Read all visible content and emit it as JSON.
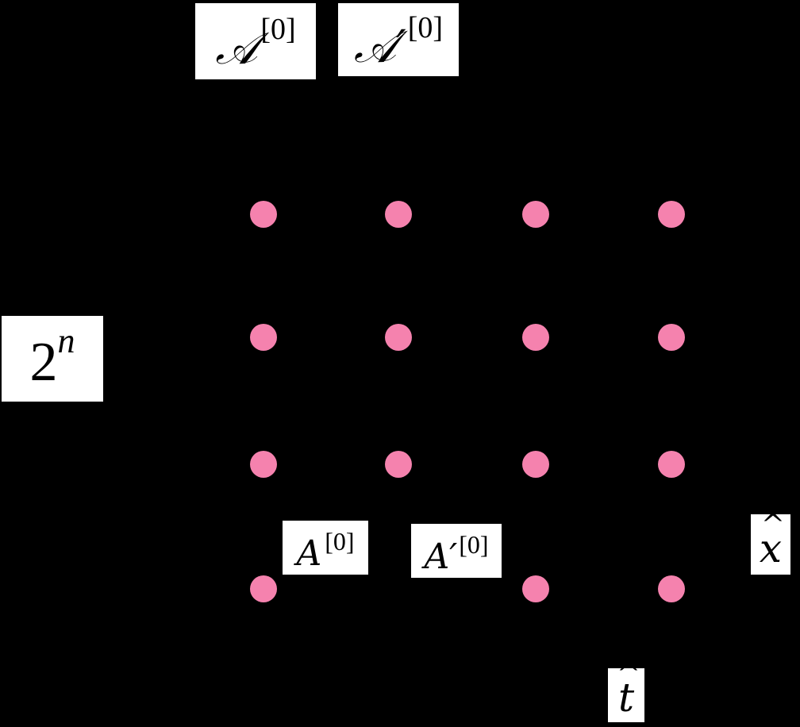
{
  "diagram": {
    "background": "#000000",
    "node_color": "#f582ae",
    "nodes": [
      {
        "id": "r1c1",
        "row": 1,
        "col": 1
      },
      {
        "id": "r1c2",
        "row": 1,
        "col": 2
      },
      {
        "id": "r1c3",
        "row": 1,
        "col": 3
      },
      {
        "id": "r1c4",
        "row": 1,
        "col": 4
      },
      {
        "id": "r2c1",
        "row": 2,
        "col": 1
      },
      {
        "id": "r2c2",
        "row": 2,
        "col": 2
      },
      {
        "id": "r2c3",
        "row": 2,
        "col": 3
      },
      {
        "id": "r2c4",
        "row": 2,
        "col": 4
      },
      {
        "id": "r3c1",
        "row": 3,
        "col": 1
      },
      {
        "id": "r3c2",
        "row": 3,
        "col": 2
      },
      {
        "id": "r3c3",
        "row": 3,
        "col": 3
      },
      {
        "id": "r3c4",
        "row": 3,
        "col": 4
      },
      {
        "id": "r4c1",
        "row": 4,
        "col": 1
      },
      {
        "id": "r4c3",
        "row": 4,
        "col": 3
      },
      {
        "id": "r4c4",
        "row": 4,
        "col": 4
      }
    ]
  },
  "labels": {
    "cal_A": {
      "base": "𝒜",
      "sup": "[0]"
    },
    "cal_A_prime": {
      "base": "𝒜′",
      "sup": "[0]"
    },
    "two_n": {
      "base": "2",
      "sup": "n"
    },
    "A": {
      "base": "A",
      "sup": "[0]"
    },
    "A_prime": {
      "base": "A′",
      "sup": "[0]"
    },
    "x_hat": {
      "base": "x"
    },
    "t_hat": {
      "base": "t"
    }
  }
}
